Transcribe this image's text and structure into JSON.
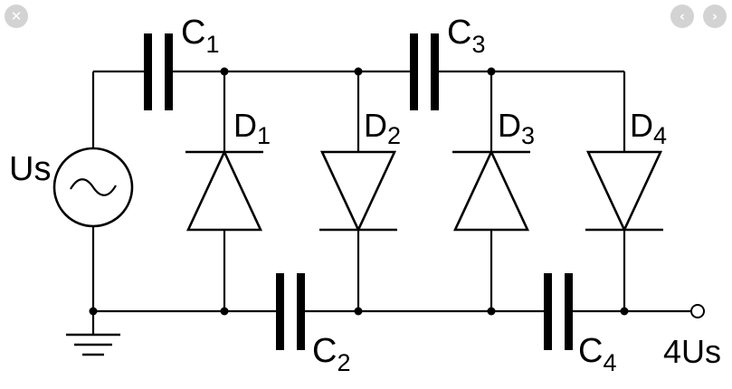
{
  "controls": {
    "close_icon": "close-icon",
    "prev_icon": "chevron-left-icon",
    "next_icon": "chevron-right-icon"
  },
  "circuit": {
    "source_label": "Us",
    "output_label": "4Us",
    "capacitors": [
      {
        "letter": "C",
        "index": "1"
      },
      {
        "letter": "C",
        "index": "2"
      },
      {
        "letter": "C",
        "index": "3"
      },
      {
        "letter": "C",
        "index": "4"
      }
    ],
    "diodes": [
      {
        "letter": "D",
        "index": "1"
      },
      {
        "letter": "D",
        "index": "2"
      },
      {
        "letter": "D",
        "index": "3"
      },
      {
        "letter": "D",
        "index": "4"
      }
    ]
  }
}
